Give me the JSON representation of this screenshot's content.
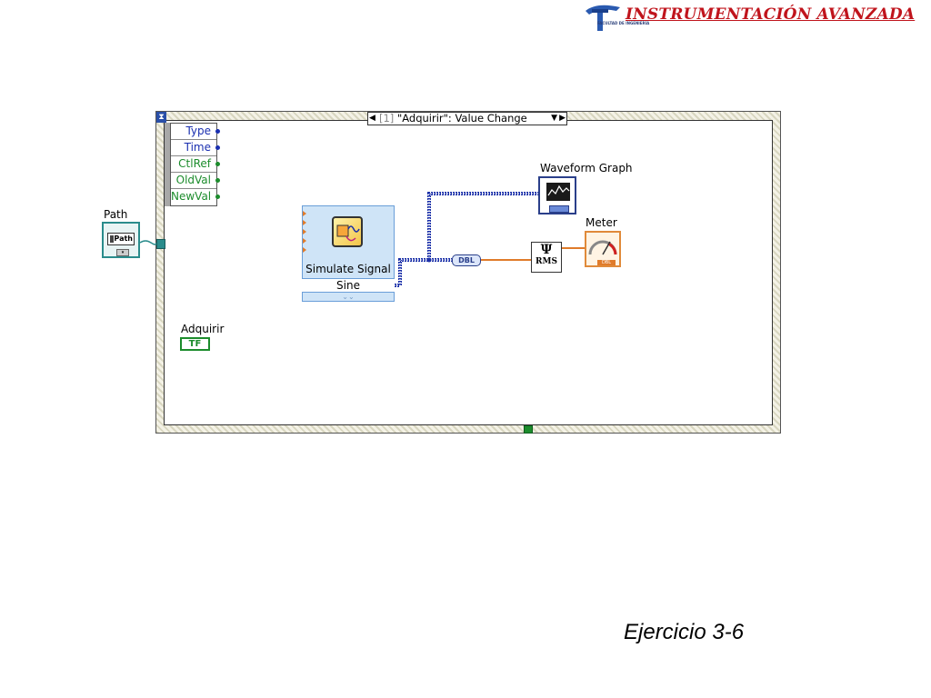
{
  "header": {
    "brand_title": "INSTRUMENTACIÓN AVANZADA",
    "brand_sub": "FACULTAD DE INGENIERÍA"
  },
  "event_structure": {
    "case_index": "[1]",
    "case_label": "\"Adquirir\": Value Change",
    "event_data": [
      {
        "label": "Type",
        "color": "#1a2fb0"
      },
      {
        "label": "Time",
        "color": "#1a2fb0"
      },
      {
        "label": "CtlRef",
        "color": "#1c8c2c"
      },
      {
        "label": "OldVal",
        "color": "#1c8c2c"
      },
      {
        "label": "NewVal",
        "color": "#1c8c2c"
      }
    ]
  },
  "path": {
    "label": "Path",
    "glyph": "Path"
  },
  "simulate_signal": {
    "title": "Simulate Signal",
    "signal": "Sine"
  },
  "waveform_graph": {
    "label": "Waveform Graph"
  },
  "meter": {
    "label": "Meter",
    "glyph": "DBL"
  },
  "rms": {
    "symbol": "Ψ",
    "label": "RMS"
  },
  "from_ddt": {
    "glyph": "DBL"
  },
  "adquirir": {
    "label": "Adquirir",
    "glyph": "TF"
  },
  "caption": "Ejercicio  3-6",
  "colors": {
    "dynamic_wire": "#1a2fa8",
    "dbl_wire": "#e07b2a",
    "path_wire": "#2a8c8c",
    "brand": "#c0141c"
  }
}
